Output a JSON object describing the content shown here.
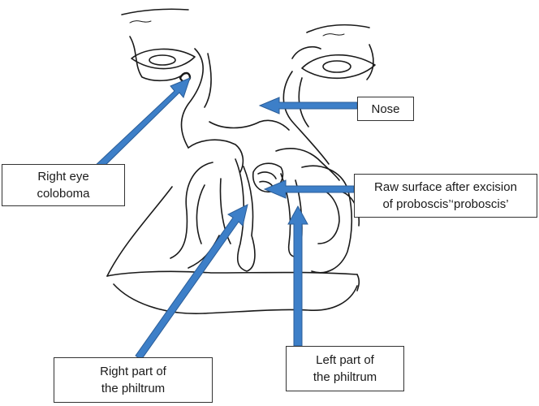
{
  "colors": {
    "arrow": "#3d7fc8",
    "arrow_stroke": "#2a5d98",
    "ink": "#1a1a1a"
  },
  "labels": {
    "nose": "Nose",
    "right_eye": {
      "line1": "Right eye",
      "line2": "coloboma"
    },
    "raw_surface": {
      "line1": "Raw surface after excision",
      "line2": "of proboscis’‘proboscis’"
    },
    "right_philtrum": {
      "line1": "Right part of",
      "line2": "the philtrum"
    },
    "left_philtrum": {
      "line1": "Left part of",
      "line2": "the philtrum"
    }
  },
  "icons": [
    "arrow-icon"
  ]
}
